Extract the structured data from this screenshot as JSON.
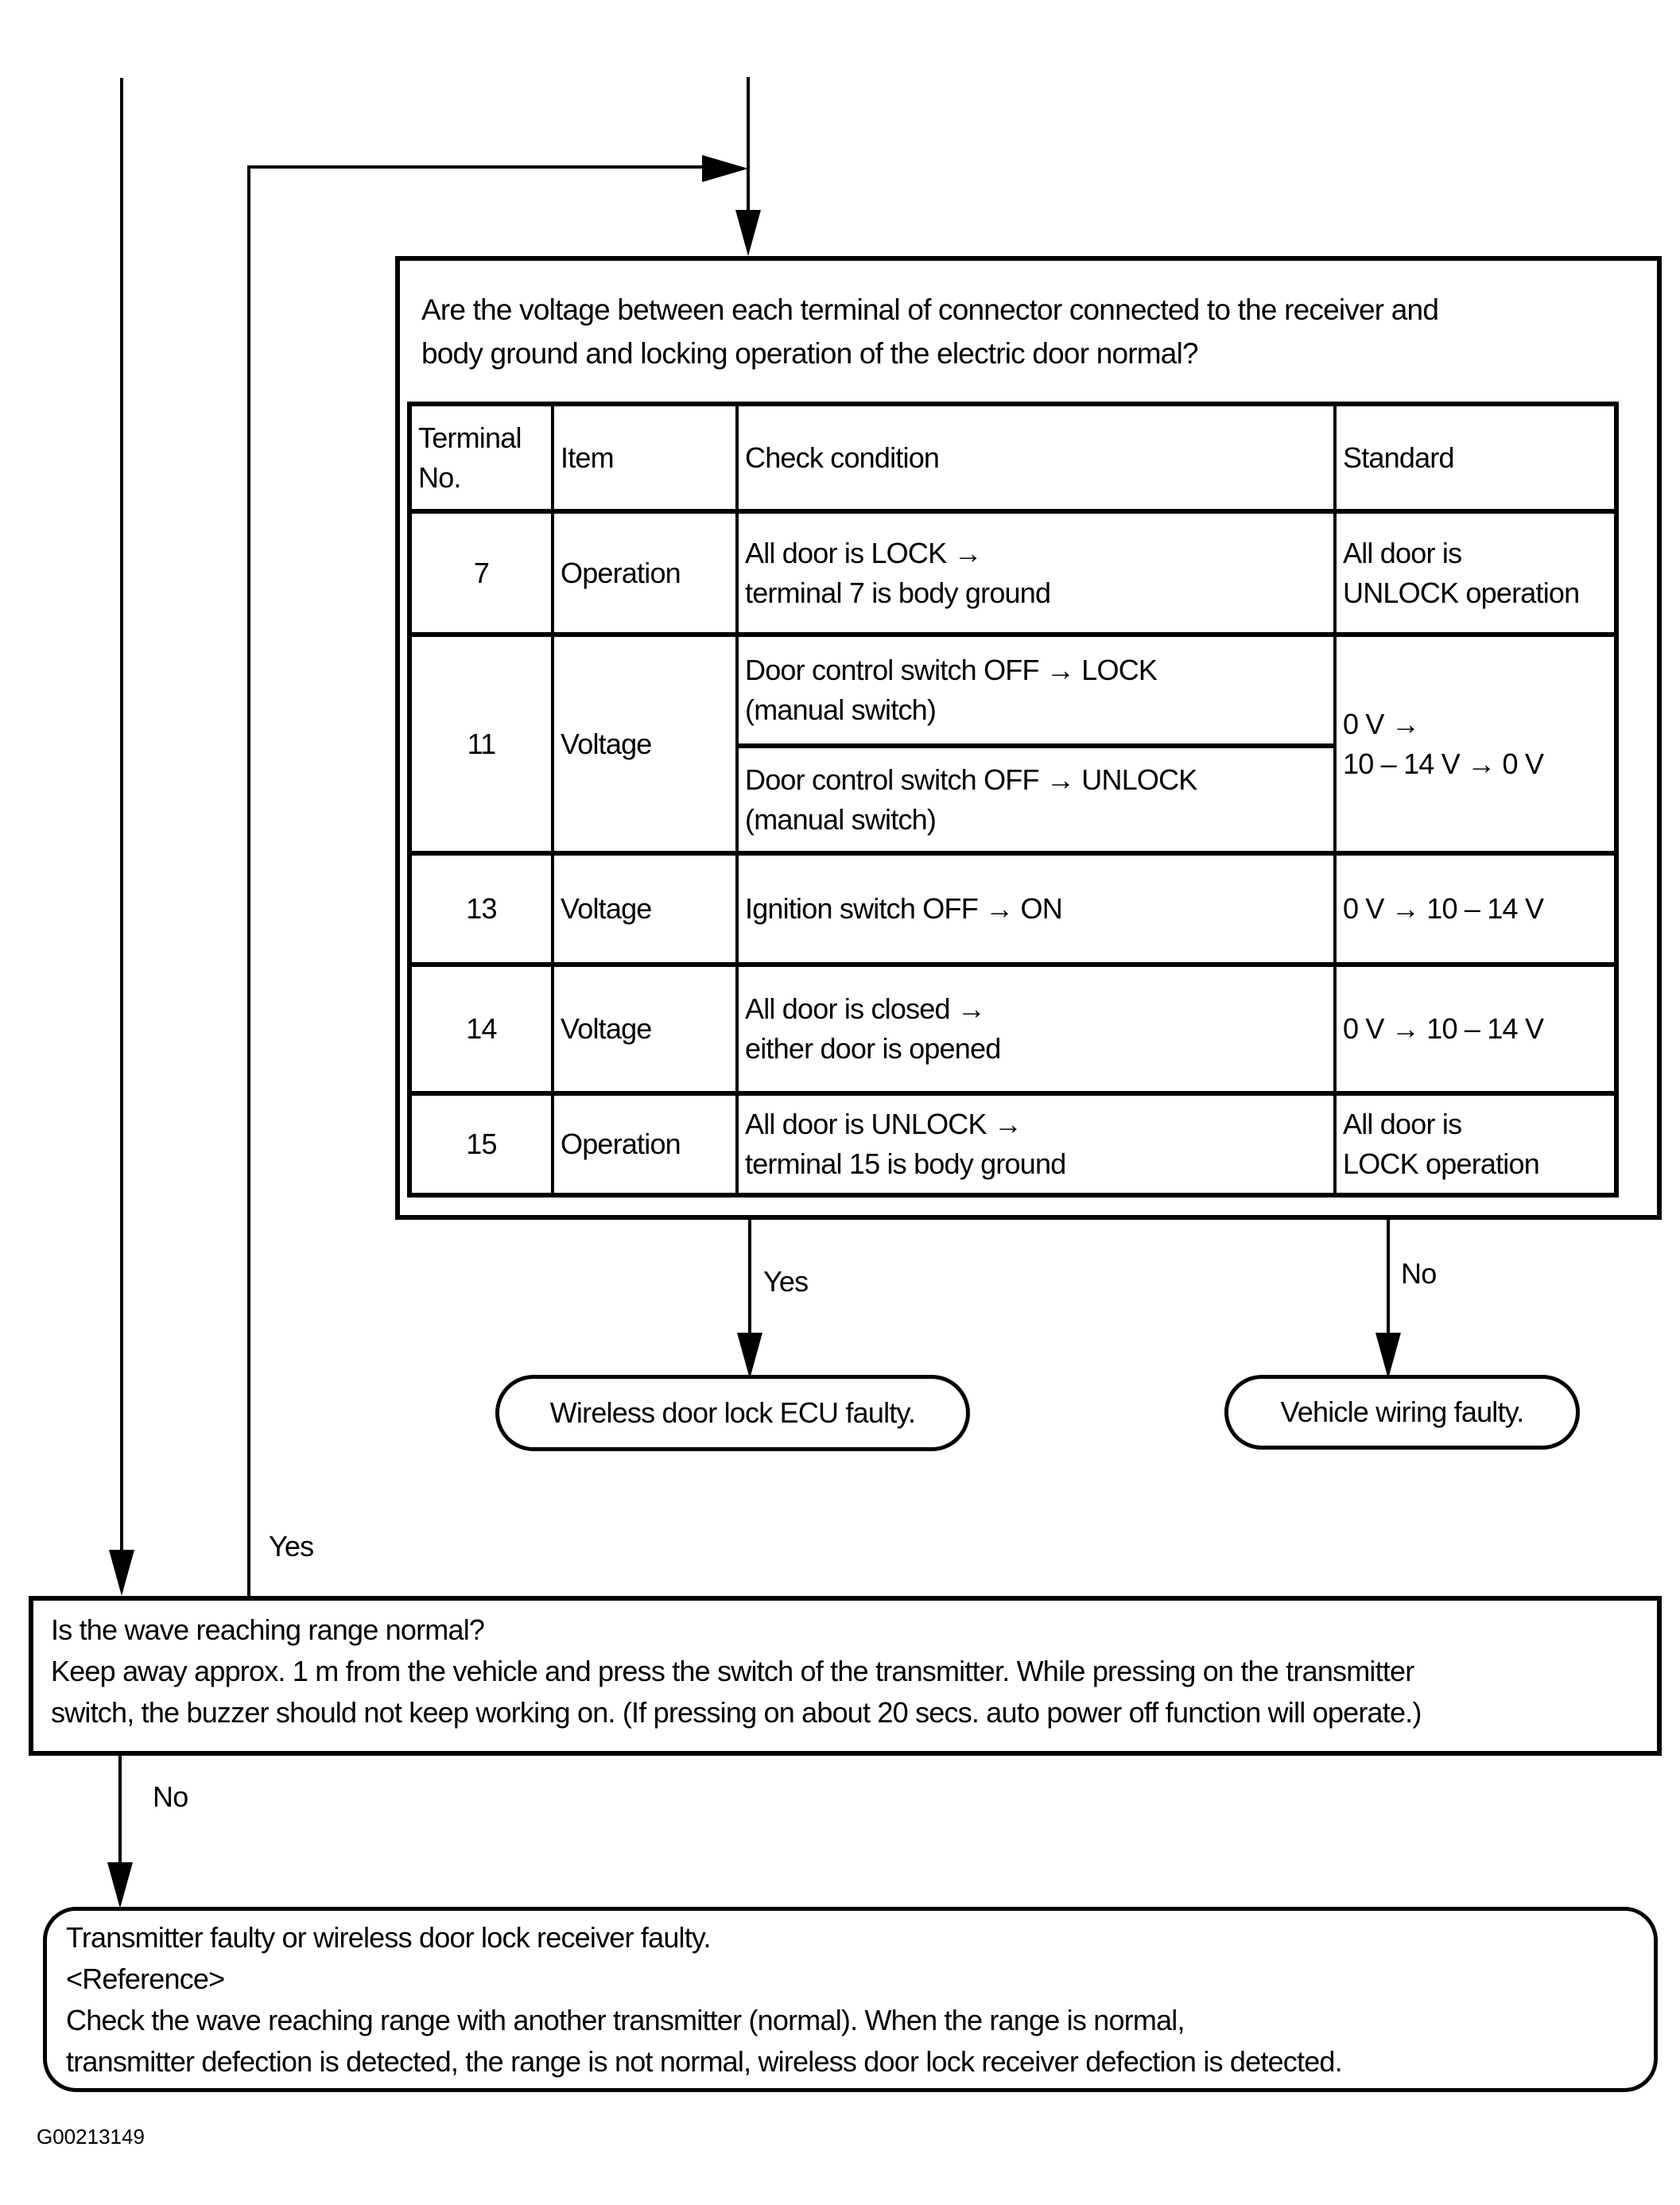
{
  "figure_id": "G00213149",
  "decision": {
    "question": "Are the voltage between each terminal of connector connected to the receiver and\nbody ground and locking operation of the electric door normal?",
    "table": {
      "headers": [
        "Terminal\nNo.",
        "Item",
        "Check condition",
        "Standard"
      ],
      "rows": [
        {
          "terminal": "7",
          "item": "Operation",
          "check": "All door is LOCK →\nterminal 7 is body ground",
          "standard": "All door is\nUNLOCK operation"
        },
        {
          "terminal": "11",
          "item": "Voltage",
          "check_1": "Door control switch OFF → LOCK\n(manual switch)",
          "check_2": "Door control switch OFF → UNLOCK\n(manual switch)",
          "standard": "0 V →\n10 – 14 V → 0 V"
        },
        {
          "terminal": "13",
          "item": "Voltage",
          "check": "Ignition switch OFF → ON",
          "standard": "0 V → 10 – 14 V"
        },
        {
          "terminal": "14",
          "item": "Voltage",
          "check": "All door is closed →\neither door is opened",
          "standard": "0 V → 10 – 14 V"
        },
        {
          "terminal": "15",
          "item": "Operation",
          "check": "All door is UNLOCK →\nterminal 15 is body ground",
          "standard": "All door is\nLOCK operation"
        }
      ]
    },
    "yes_label": "Yes",
    "no_label": "No"
  },
  "results": {
    "ecu_faulty": "Wireless door lock ECU faulty.",
    "wiring_faulty": "Vehicle wiring faulty."
  },
  "loop": {
    "yes_label": "Yes"
  },
  "wave_box": {
    "text": "Is the wave reaching range normal?\nKeep away approx. 1 m from the vehicle and press the switch of the transmitter. While pressing on the transmitter\nswitch, the buzzer should not keep working on. (If pressing on about 20 secs. auto power off function will operate.)",
    "no_label": "No"
  },
  "result_box": {
    "text": "Transmitter faulty or wireless door lock receiver faulty.\n<Reference>\nCheck the wave reaching range with another transmitter (normal). When the range is normal,\ntransmitter defection is detected, the range is not normal, wireless door lock receiver defection is detected."
  }
}
